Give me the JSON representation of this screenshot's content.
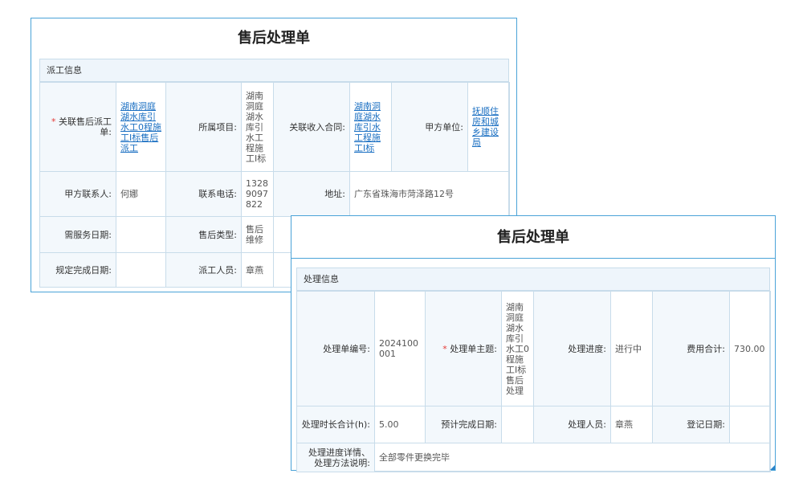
{
  "back": {
    "title": "售后处理单",
    "section": "派工信息",
    "fields": {
      "order_label": "关联售后派工单:",
      "order_value": "湖南洞庭湖水库引水工0程施工I标售后派工",
      "project_label": "所属项目:",
      "project_value": "湖南洞庭湖水库引水工程施工I标",
      "contract_label": "关联收入合同:",
      "contract_value": "湖南洞庭湖水库引水工程施工I标",
      "party_label": "甲方单位:",
      "party_value": "抚顺住房和城乡建设局",
      "contact_label": "甲方联系人:",
      "contact_value": "何娜",
      "phone_label": "联系电话:",
      "phone_value": "13289097822",
      "address_label": "地址:",
      "address_value": "广东省珠海市菏泽路12号",
      "service_date_label": "需服务日期:",
      "service_date_value": "",
      "type_label": "售后类型:",
      "type_value": "售后维修",
      "deadline_label": "规定完成日期:",
      "deadline_value": "",
      "worker_label": "派工人员:",
      "worker_value": "章燕"
    }
  },
  "front": {
    "title": "售后处理单",
    "section": "处理信息",
    "fields": {
      "no_label": "处理单编号:",
      "no_value": "2024100001",
      "subject_label": "处理单主题:",
      "subject_value": "湖南洞庭湖水库引水工0程施工I标售后处理",
      "progress_label": "处理进度:",
      "progress_value": "进行中",
      "cost_label": "费用合计:",
      "cost_value": "730.00",
      "hours_label": "处理时长合计(h):",
      "hours_value": "5.00",
      "eta_label": "预计完成日期:",
      "eta_value": "",
      "handler_label": "处理人员:",
      "handler_value": "章燕",
      "reg_label": "登记日期:",
      "reg_value": "",
      "detail_label": "处理进度详情、处理方法说明:",
      "detail_value": "全部零件更换完毕"
    }
  },
  "colors": {
    "border": "#4aa3d8",
    "link": "#1a6fc2",
    "required": "#e53935",
    "label_bg": "#f3f8fc"
  }
}
